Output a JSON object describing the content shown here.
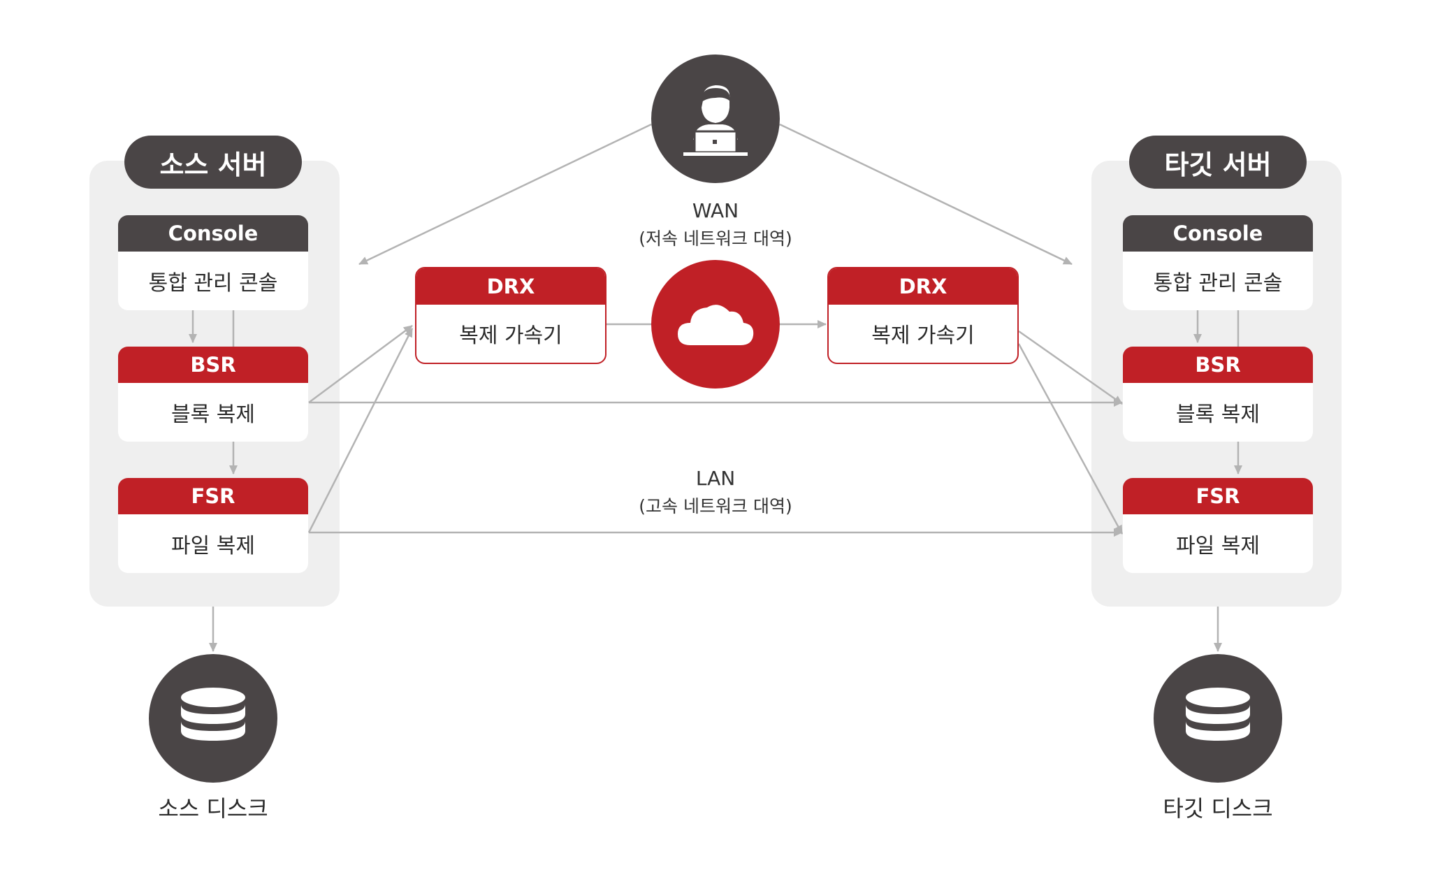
{
  "source": {
    "title": "소스 서버",
    "console": {
      "header": "Console",
      "body": "통합 관리 콘솔"
    },
    "bsr": {
      "header": "BSR",
      "body": "블록 복제"
    },
    "fsr": {
      "header": "FSR",
      "body": "파일 복제"
    },
    "disk_label": "소스 디스크"
  },
  "target": {
    "title": "타깃 서버",
    "console": {
      "header": "Console",
      "body": "통합 관리 콘솔"
    },
    "bsr": {
      "header": "BSR",
      "body": "블록 복제"
    },
    "fsr": {
      "header": "FSR",
      "body": "파일 복제"
    },
    "disk_label": "타깃 디스크"
  },
  "drx_left": {
    "header": "DRX",
    "body": "복제 가속기"
  },
  "drx_right": {
    "header": "DRX",
    "body": "복제 가속기"
  },
  "wan": {
    "label": "WAN",
    "sub": "(저속 네트워크 대역)"
  },
  "lan": {
    "label": "LAN",
    "sub": "(고속 네트워크 대역)"
  },
  "icons": {
    "admin": "admin-laptop-icon",
    "cloud": "cloud-icon",
    "disk": "database-icon"
  },
  "colors": {
    "accent_red": "#c02026",
    "dark_gray": "#4a4546",
    "panel_gray": "#efefef",
    "arrow_gray": "#b3b3b3"
  }
}
